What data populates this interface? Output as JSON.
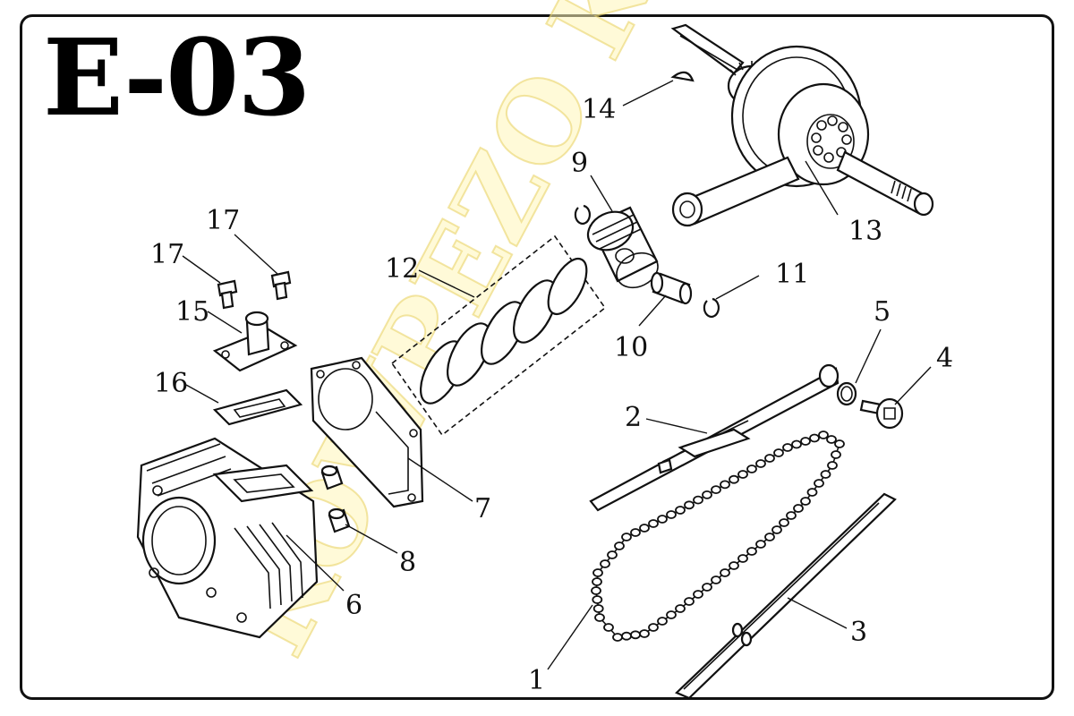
{
  "diagram": {
    "code": "E-03",
    "watermark": "KOWPEZO KIT",
    "callouts": [
      {
        "id": "1",
        "label": "1"
      },
      {
        "id": "2",
        "label": "2"
      },
      {
        "id": "3",
        "label": "3"
      },
      {
        "id": "4",
        "label": "4"
      },
      {
        "id": "5",
        "label": "5"
      },
      {
        "id": "6",
        "label": "6"
      },
      {
        "id": "7",
        "label": "7"
      },
      {
        "id": "8",
        "label": "8"
      },
      {
        "id": "9",
        "label": "9"
      },
      {
        "id": "10",
        "label": "10"
      },
      {
        "id": "11",
        "label": "11"
      },
      {
        "id": "12",
        "label": "12"
      },
      {
        "id": "13",
        "label": "13"
      },
      {
        "id": "14",
        "label": "14"
      },
      {
        "id": "15",
        "label": "15"
      },
      {
        "id": "16",
        "label": "16"
      },
      {
        "id": "17a",
        "label": "17"
      },
      {
        "id": "17b",
        "label": "17"
      }
    ]
  }
}
